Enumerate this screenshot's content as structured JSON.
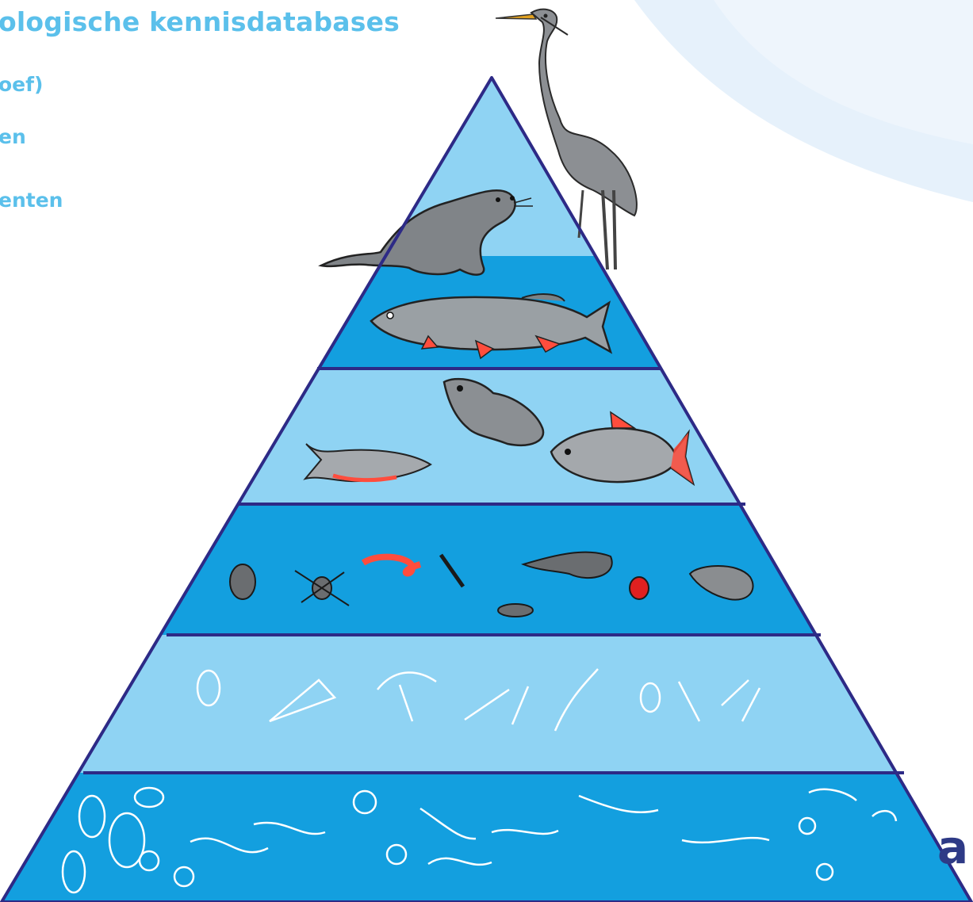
{
  "slide": {
    "heading": "ologische kennisdatabases",
    "bullets": [
      "oef)",
      "en",
      "enten"
    ],
    "logo_fragment": "a"
  },
  "colors": {
    "text": "#5bc0eb",
    "outline": "#2d2a86",
    "band_light": "#8fd3f3",
    "band_dark": "#139fdf",
    "background_arc": "#eaf3fb"
  },
  "pyramid": {
    "tiers": [
      {
        "tier": 1,
        "organisms": [
          "otter"
        ]
      },
      {
        "tier": 2,
        "organisms": [
          "pike"
        ]
      },
      {
        "tier": 3,
        "organisms": [
          "stickleback",
          "frog",
          "rudd"
        ]
      },
      {
        "tier": 4,
        "organisms": [
          "water-beetle",
          "water-spider",
          "worm",
          "water-bug",
          "leech",
          "water-mite",
          "snail",
          "water-boatman"
        ]
      },
      {
        "tier": 5,
        "organisms": [
          "water-flea",
          "rotifer",
          "copepod",
          "shrimp-larva",
          "daphnia",
          "copepod-pair"
        ]
      },
      {
        "tier": 6,
        "organisms": [
          "algae",
          "diatoms",
          "bacteria",
          "protozoa"
        ]
      }
    ],
    "extra_organism": "heron"
  }
}
